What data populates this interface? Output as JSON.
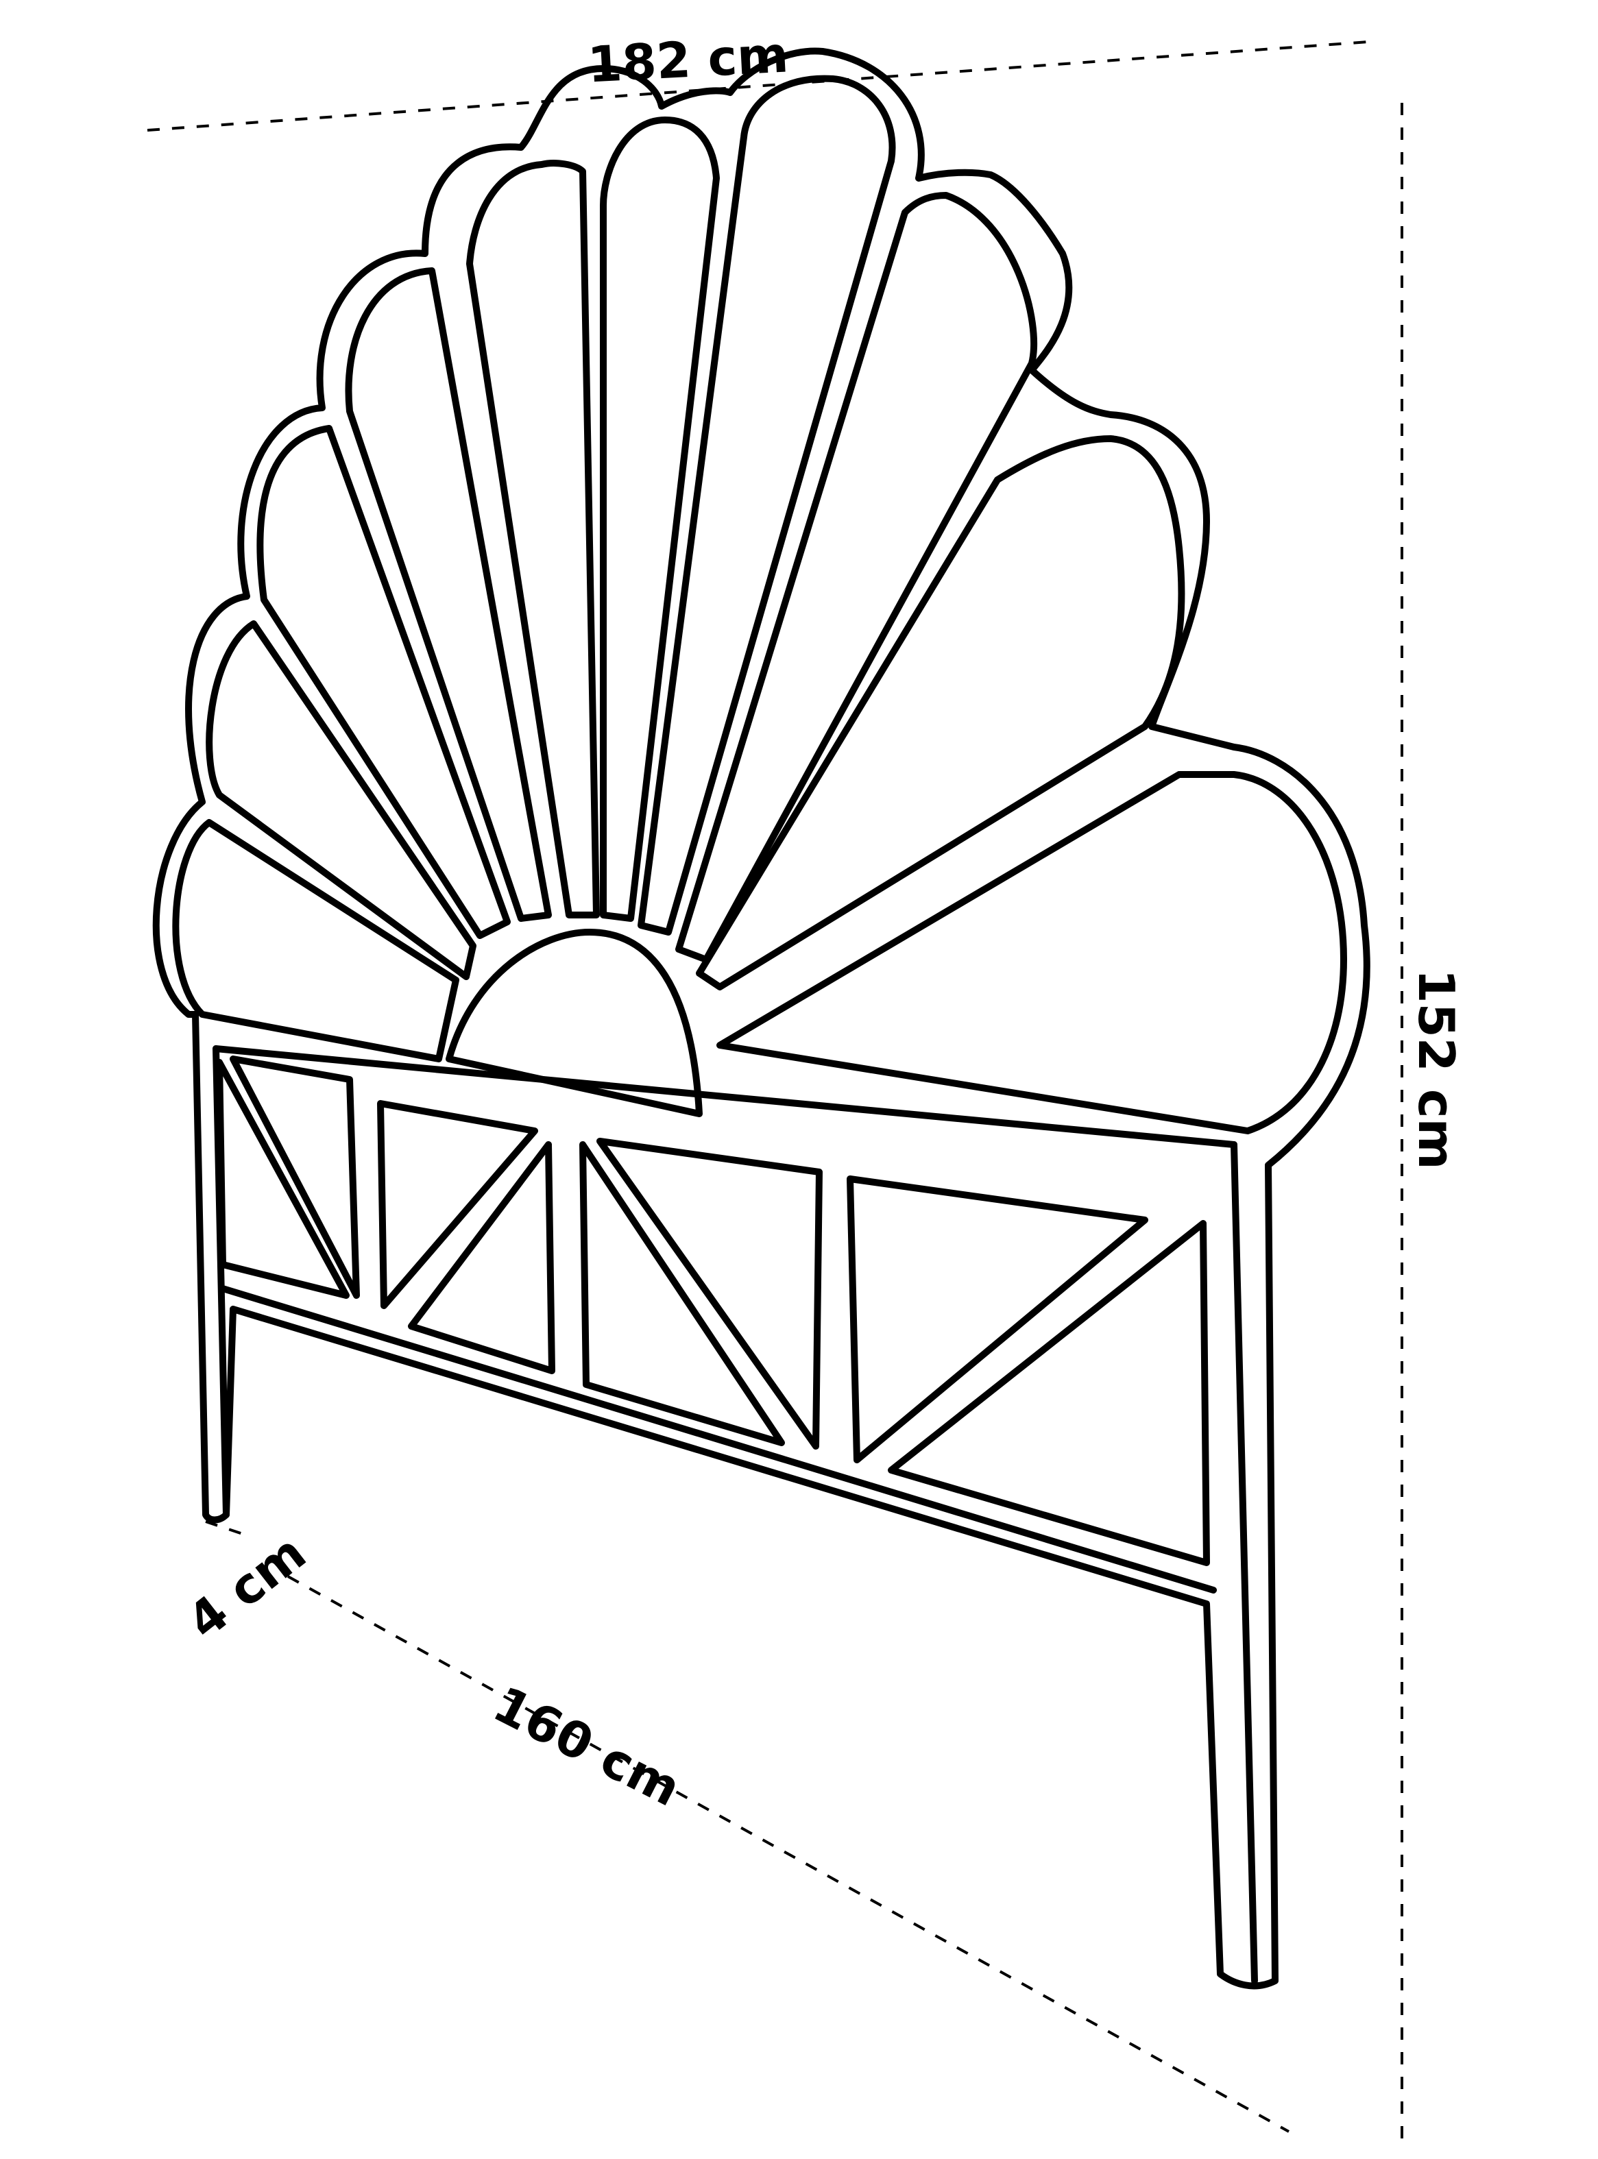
{
  "dimensions": {
    "width_top": "182 cm",
    "height": "152 cm",
    "depth": "4 cm",
    "width_base": "160 cm"
  },
  "colors": {
    "line": "#000000",
    "background": "#ffffff"
  }
}
